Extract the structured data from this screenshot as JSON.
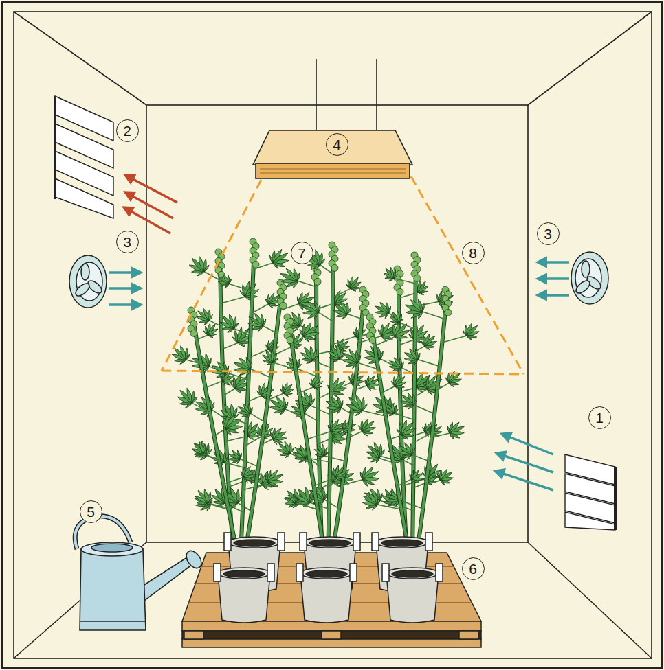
{
  "diagram": {
    "nodes": [
      {
        "text": [
          "2"
        ]
      },
      {
        "text": [
          "4"
        ]
      },
      {
        "text": [
          "3"
        ]
      },
      {
        "text": [
          "7"
        ]
      },
      {
        "text": [
          "8"
        ]
      },
      {
        "text": [
          "3"
        ]
      },
      {
        "text": [
          "1"
        ]
      },
      {
        "text": [
          "5"
        ]
      },
      {
        "text": [
          "6"
        ]
      }
    ]
  }
}
